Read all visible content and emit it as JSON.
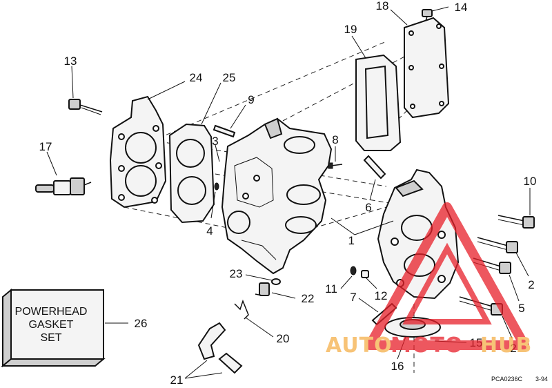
{
  "callouts": [
    {
      "id": "c1",
      "text": "1"
    },
    {
      "id": "c2a",
      "text": "2"
    },
    {
      "id": "c2b",
      "text": "2"
    },
    {
      "id": "c3",
      "text": "3"
    },
    {
      "id": "c4",
      "text": "4"
    },
    {
      "id": "c5",
      "text": "5"
    },
    {
      "id": "c6",
      "text": "6"
    },
    {
      "id": "c7",
      "text": "7"
    },
    {
      "id": "c8",
      "text": "8"
    },
    {
      "id": "c9",
      "text": "9"
    },
    {
      "id": "c10",
      "text": "10"
    },
    {
      "id": "c11",
      "text": "11"
    },
    {
      "id": "c12",
      "text": "12"
    },
    {
      "id": "c13",
      "text": "13"
    },
    {
      "id": "c14",
      "text": "14"
    },
    {
      "id": "c15",
      "text": "15"
    },
    {
      "id": "c16",
      "text": "16"
    },
    {
      "id": "c17",
      "text": "17"
    },
    {
      "id": "c18",
      "text": "18"
    },
    {
      "id": "c19",
      "text": "19"
    },
    {
      "id": "c20",
      "text": "20"
    },
    {
      "id": "c21",
      "text": "21"
    },
    {
      "id": "c22",
      "text": "22"
    },
    {
      "id": "c23",
      "text": "23"
    },
    {
      "id": "c24",
      "text": "24"
    },
    {
      "id": "c25",
      "text": "25"
    },
    {
      "id": "c26",
      "text": "26"
    }
  ],
  "gasket_box": {
    "line1": "POWERHEAD",
    "line2": "GASKET",
    "line3": "SET"
  },
  "figure_code": "PCA0236C",
  "figure_date": "3-94",
  "watermark": {
    "text_a": "AUTO",
    "text_b": "MOTO",
    "text_c": "HUB",
    "color_primary": "#e8202a",
    "color_secondary": "#f5b04a"
  }
}
